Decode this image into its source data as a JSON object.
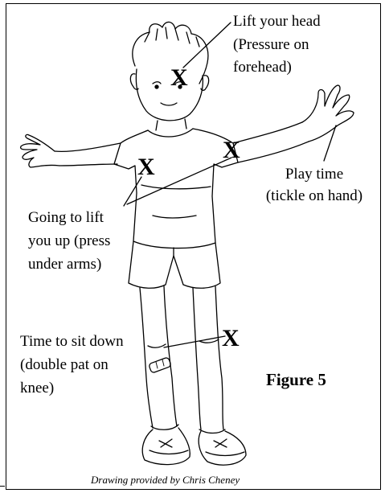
{
  "labels": {
    "head": [
      "Lift your head",
      "(Pressure on",
      "forehead)"
    ],
    "hand": [
      "Play time",
      "(tickle on hand)"
    ],
    "arms": [
      "Going to lift",
      "you up (press",
      "under arms)"
    ],
    "knee": [
      "Time to sit down",
      "(double pat on",
      "knee)"
    ]
  },
  "figure_label": "Figure 5",
  "credit": "Drawing provided by Chris Cheney",
  "marker": "X"
}
